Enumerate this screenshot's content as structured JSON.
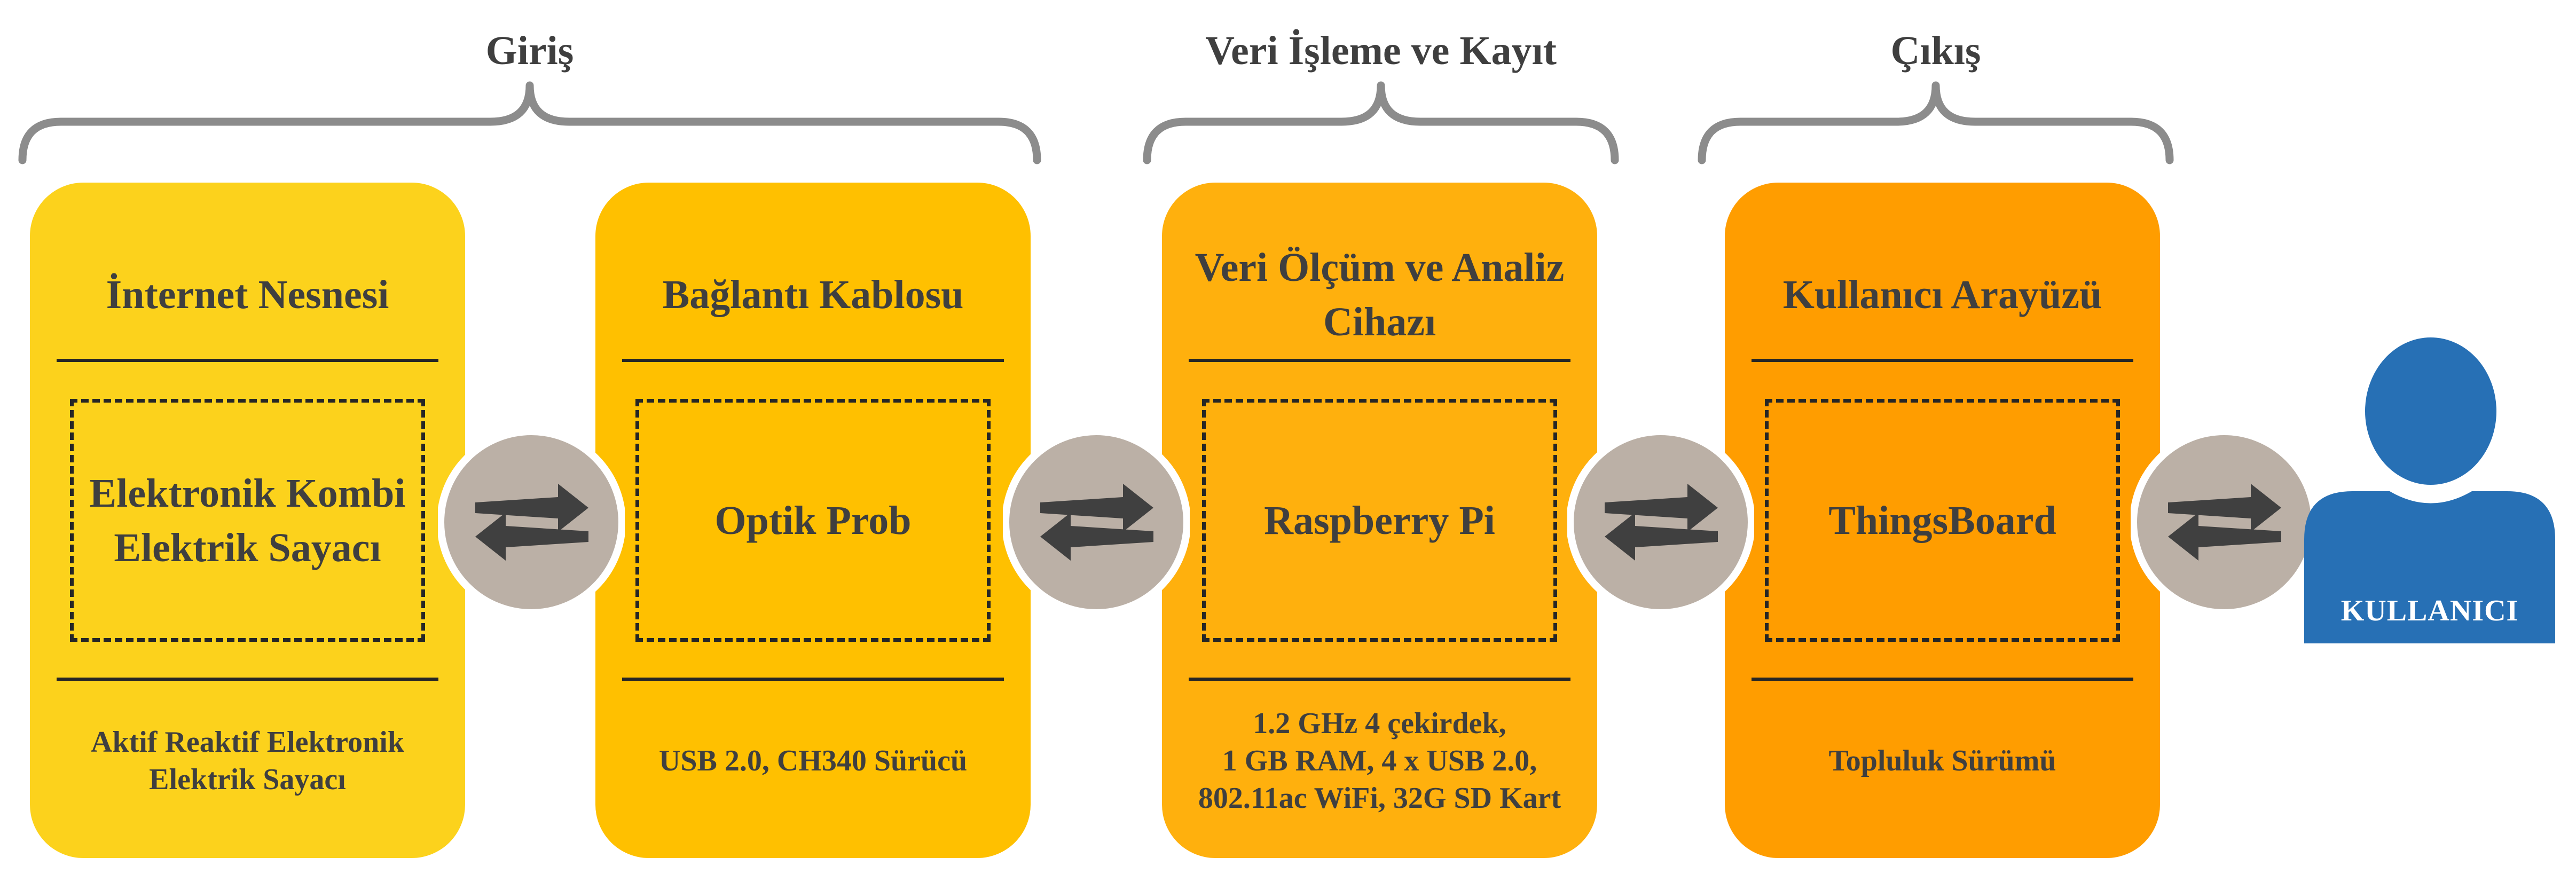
{
  "groups": {
    "input_label": "Giriş",
    "processing_label": "Veri İşleme ve Kayıt",
    "output_label": "Çıkış"
  },
  "cards": [
    {
      "title": "İnternet Nesnesi",
      "main": "Elektronik Kombi\nElektrik Sayacı",
      "detail": "Aktif Reaktif Elektronik\nElektrik Sayacı",
      "color": "#FCD21C"
    },
    {
      "title": "Bağlantı Kablosu",
      "main": "Optik Prob",
      "detail": "USB 2.0, CH340 Sürücü",
      "color": "#FFC000"
    },
    {
      "title": "Veri Ölçüm ve Analiz Cihazı",
      "main": "Raspberry Pi",
      "detail": "1.2 GHz 4 çekirdek,\n1 GB RAM, 4 x USB 2.0,\n802.11ac WiFi, 32G SD Kart",
      "color": "#FFB00D"
    },
    {
      "title": "Kullanıcı Arayüzü",
      "main": "ThingsBoard",
      "detail": "Topluluk Sürümü",
      "color": "#FF9D00"
    }
  ],
  "user": {
    "label": "KULLANICI",
    "icon": "user-icon",
    "color": "#2770B5"
  },
  "connector": {
    "icon": "bidirectional-arrows-icon",
    "color": "#BBB0A6",
    "arrow_color": "#404040"
  },
  "brace_color": "#8C8C8C"
}
